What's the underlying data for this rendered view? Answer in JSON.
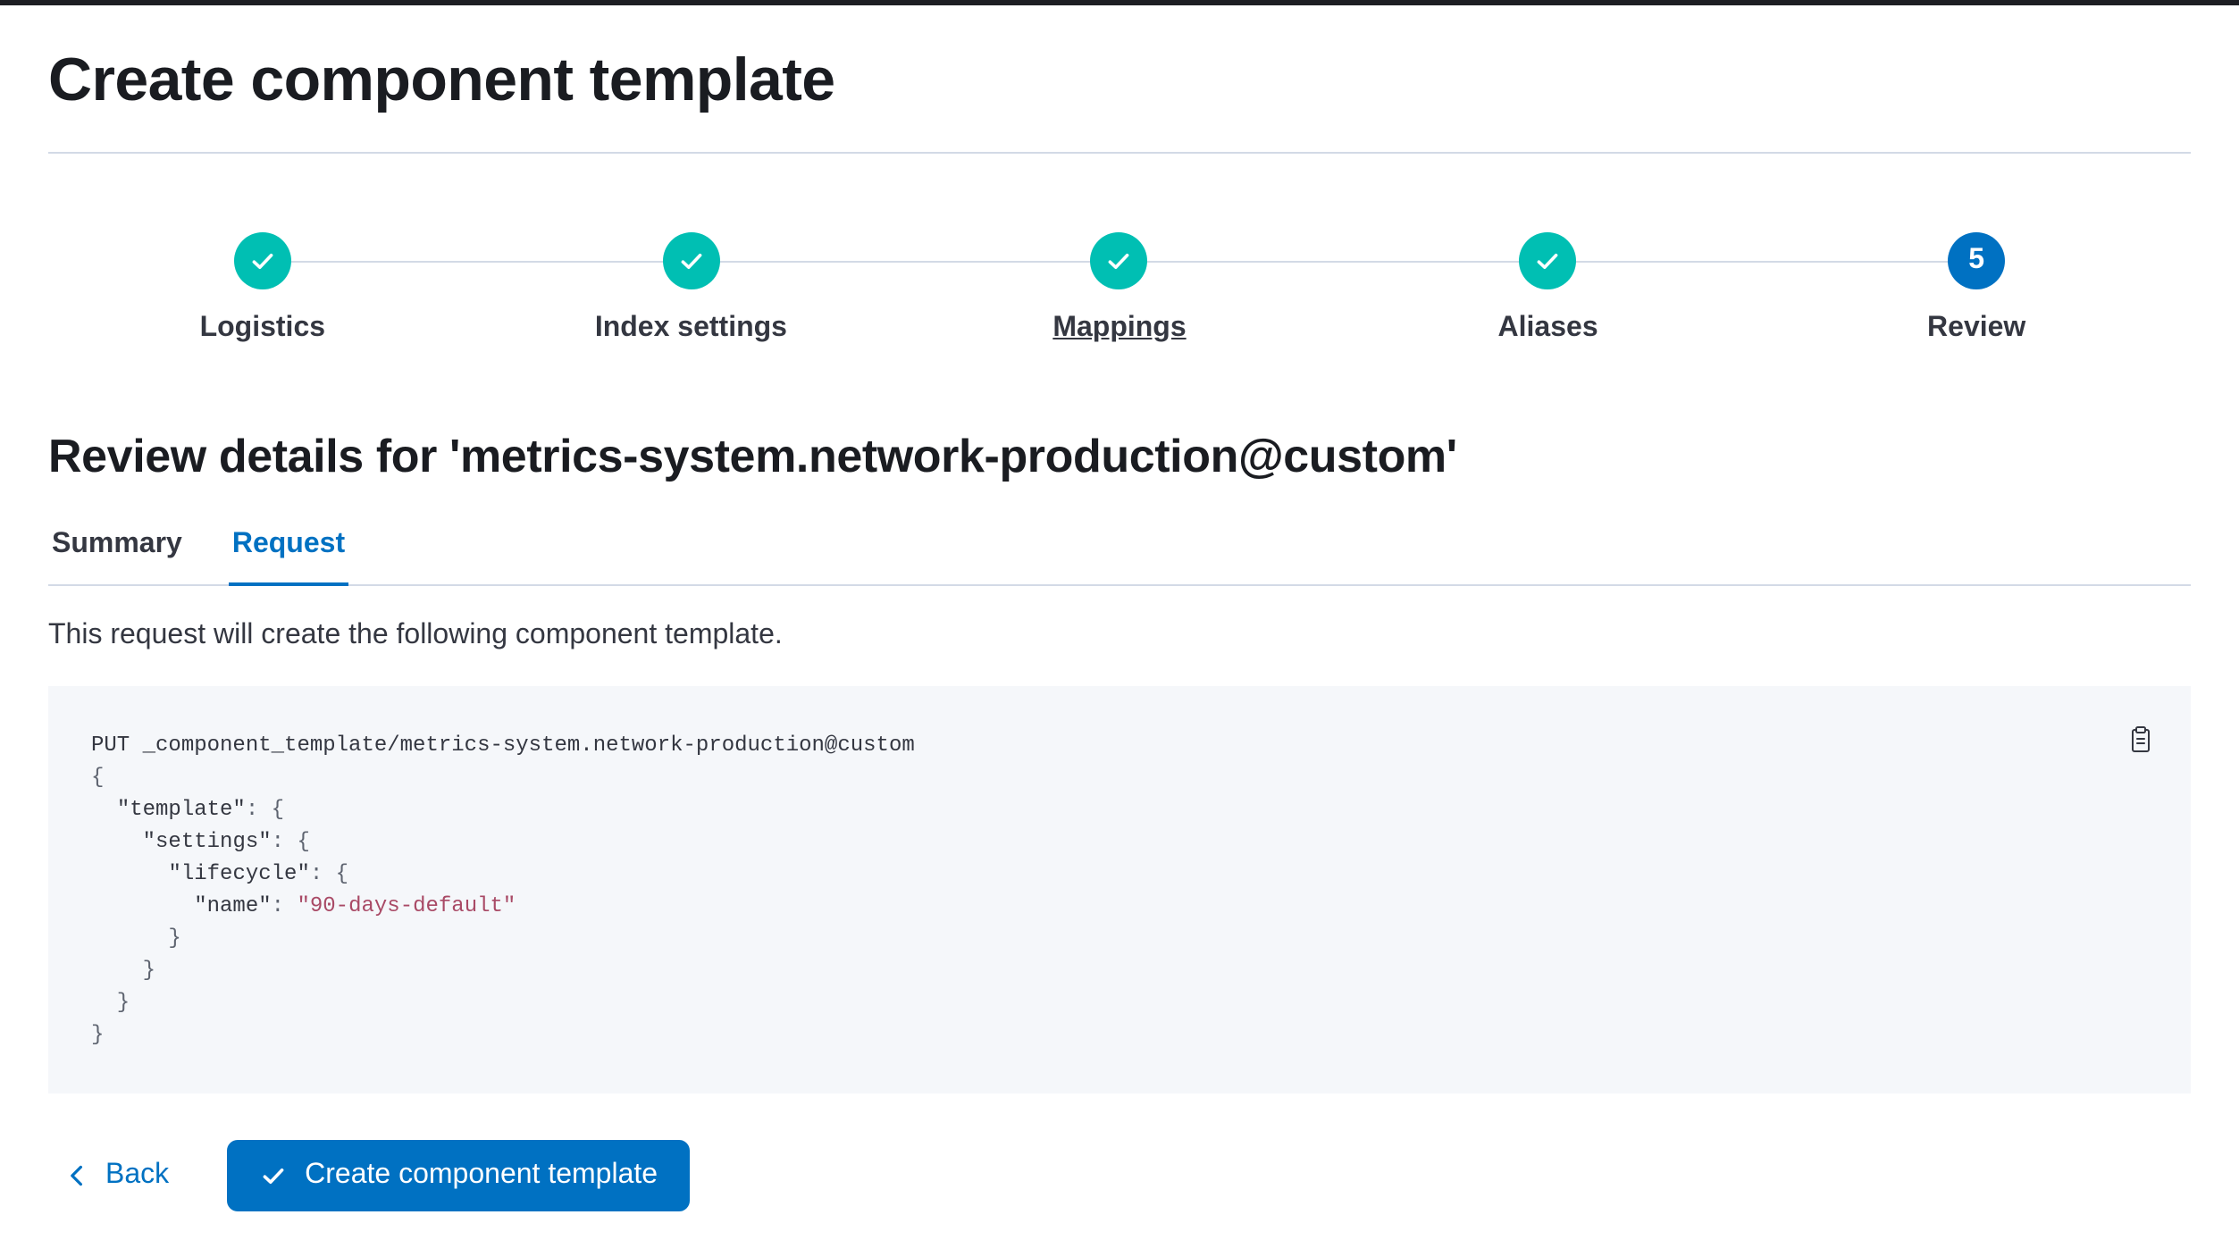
{
  "colors": {
    "primary": "#0071c2",
    "success": "#00bfb3",
    "text": "#343741",
    "title_text": "#1a1c21",
    "border": "#d3dae6",
    "code_background": "#f5f7fa",
    "code_string": "#a94a66",
    "code_punctuation": "#5e6470"
  },
  "page": {
    "title": "Create component template"
  },
  "stepper": {
    "steps": [
      {
        "label": "Logistics",
        "status": "complete"
      },
      {
        "label": "Index settings",
        "status": "complete"
      },
      {
        "label": "Mappings",
        "status": "complete",
        "underlined": true
      },
      {
        "label": "Aliases",
        "status": "complete"
      },
      {
        "label": "Review",
        "status": "current",
        "number": "5"
      }
    ]
  },
  "review": {
    "heading": "Review details for 'metrics-system.network-production@custom'",
    "tabs": [
      {
        "label": "Summary",
        "active": false
      },
      {
        "label": "Request",
        "active": true
      }
    ],
    "description": "This request will create the following component template."
  },
  "code_block": {
    "copy_icon": "copy-clipboard-icon",
    "lines": [
      [
        {
          "text": "PUT _component_template/metrics-system.network-production@custom",
          "type": "plain"
        }
      ],
      [
        {
          "text": "{",
          "type": "punct"
        }
      ],
      [
        {
          "text": "  ",
          "type": "plain"
        },
        {
          "text": "\"template\"",
          "type": "key"
        },
        {
          "text": ": {",
          "type": "punct"
        }
      ],
      [
        {
          "text": "    ",
          "type": "plain"
        },
        {
          "text": "\"settings\"",
          "type": "key"
        },
        {
          "text": ": {",
          "type": "punct"
        }
      ],
      [
        {
          "text": "      ",
          "type": "plain"
        },
        {
          "text": "\"lifecycle\"",
          "type": "key"
        },
        {
          "text": ": {",
          "type": "punct"
        }
      ],
      [
        {
          "text": "        ",
          "type": "plain"
        },
        {
          "text": "\"name\"",
          "type": "key"
        },
        {
          "text": ": ",
          "type": "punct"
        },
        {
          "text": "\"90-days-default\"",
          "type": "string"
        }
      ],
      [
        {
          "text": "      }",
          "type": "punct"
        }
      ],
      [
        {
          "text": "    }",
          "type": "punct"
        }
      ],
      [
        {
          "text": "  }",
          "type": "punct"
        }
      ],
      [
        {
          "text": "}",
          "type": "punct"
        }
      ]
    ]
  },
  "footer": {
    "back_label": "Back",
    "submit_label": "Create component template"
  }
}
